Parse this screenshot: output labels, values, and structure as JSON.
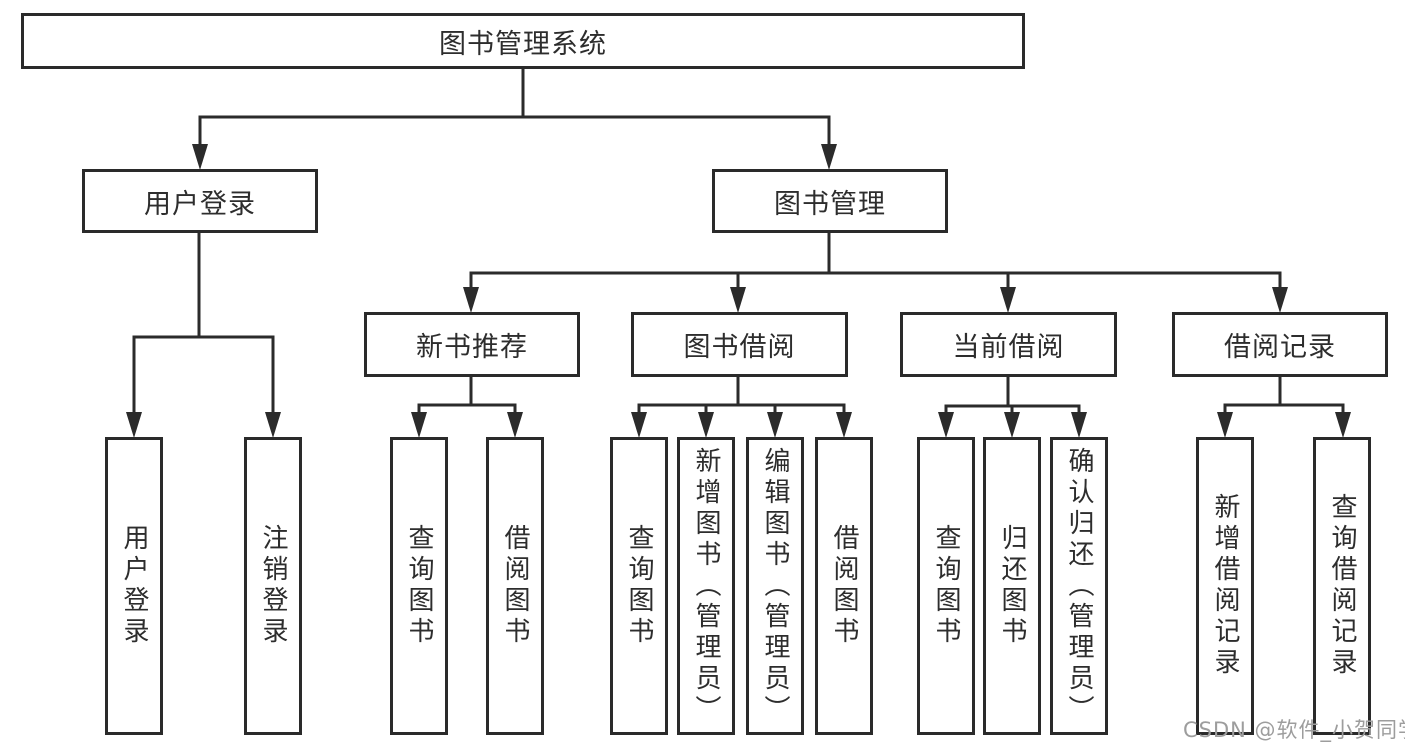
{
  "diagram": {
    "root": {
      "label": "图书管理系统"
    },
    "level2": {
      "user_login": {
        "label": "用户登录"
      },
      "book_mgmt": {
        "label": "图书管理"
      }
    },
    "level3": {
      "new_books": {
        "label": "新书推荐"
      },
      "book_borrow": {
        "label": "图书借阅"
      },
      "current_borrow": {
        "label": "当前借阅"
      },
      "borrow_records": {
        "label": "借阅记录"
      }
    },
    "leaves": {
      "user": [
        "用户登录",
        "注销登录"
      ],
      "new_books": [
        "查询图书",
        "借阅图书"
      ],
      "book_borrow": [
        "查询图书",
        "新增图书（管理员）",
        "编辑图书（管理员）",
        "借阅图书"
      ],
      "current_borrow": [
        "查询图书",
        "归还图书",
        "确认归还（管理员）"
      ],
      "borrow_records": [
        "新增借阅记录",
        "查询借阅记录"
      ]
    }
  },
  "watermark": "CSDN @软件_小贺同学",
  "colors": {
    "line": "#2b2b2b",
    "text": "#2d2d2d",
    "box_fill": "#ffffff",
    "watermark": "#9d9d9d",
    "background": "#ffffff"
  }
}
